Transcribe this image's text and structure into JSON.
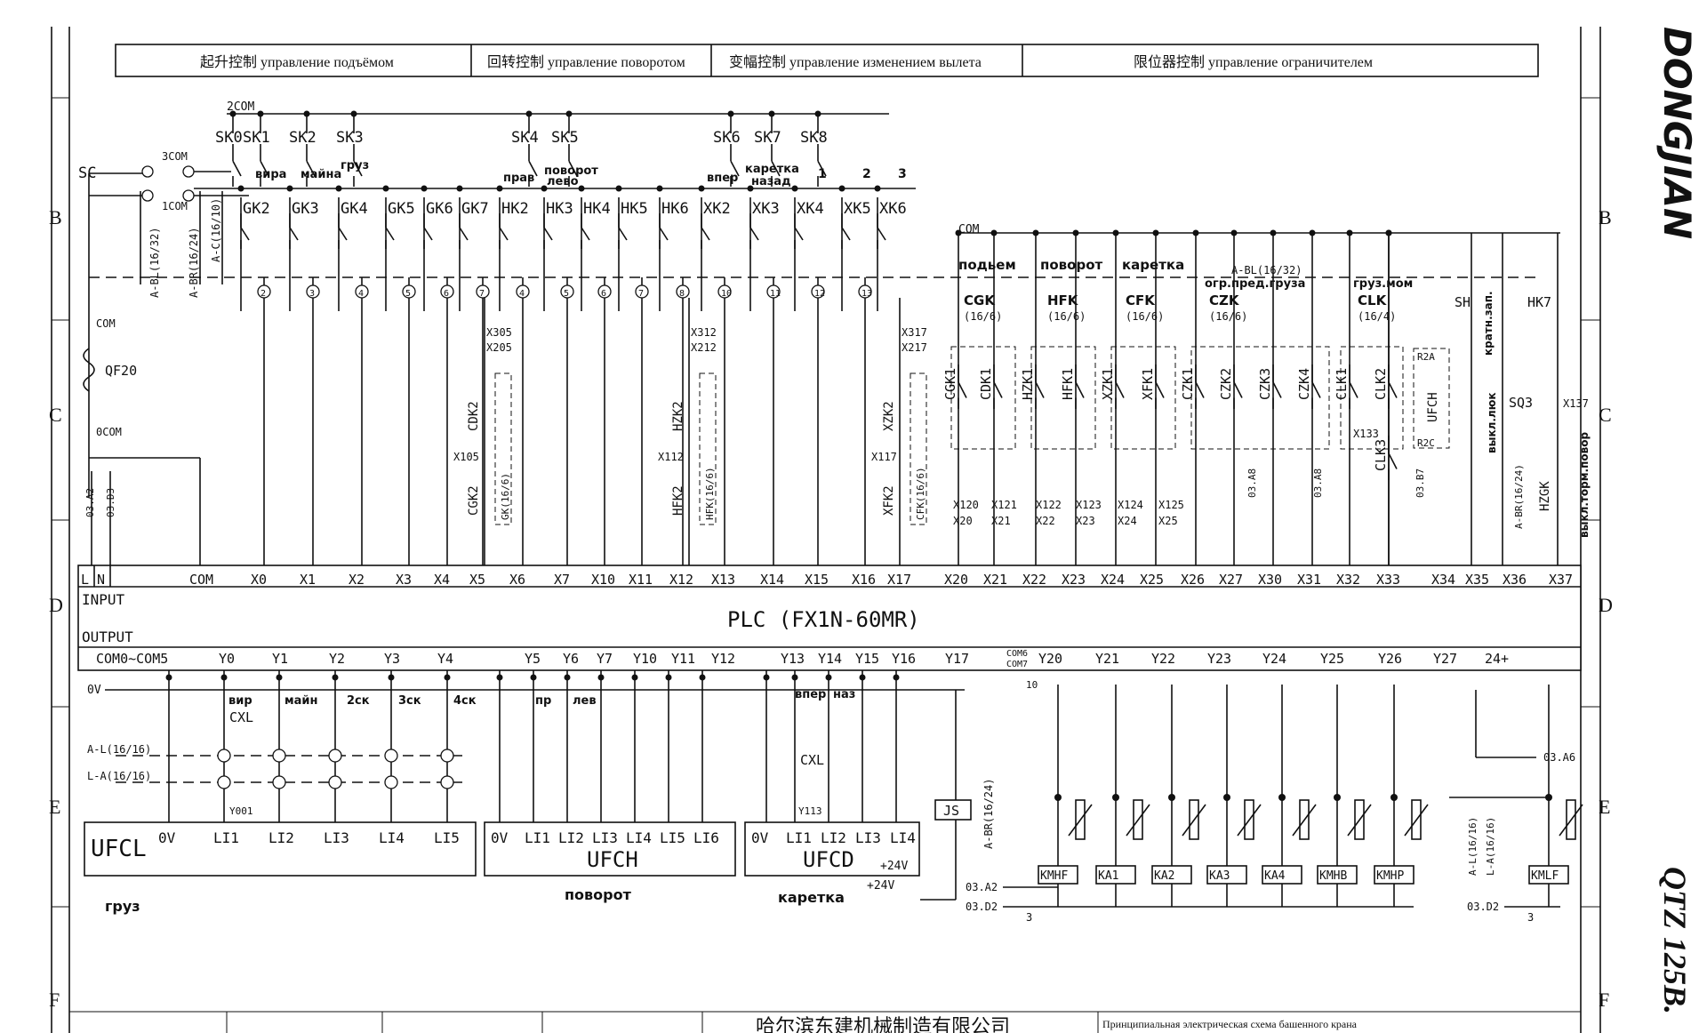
{
  "header": {
    "hoist": "起升控制  управление подъёмом",
    "slew": "回转控制  управление поворотом",
    "trolley": "变幅控制  управление изменением вылета",
    "limiter": "限位器控制   управление ограничителем"
  },
  "side_brand": "DONGJIAN",
  "side_model": "QTZ 125B.",
  "zones_left": [
    "B",
    "C",
    "D",
    "E",
    "F"
  ],
  "bus_labels": {
    "com2": "2COM",
    "com3": "3COM",
    "com1": "1COM",
    "sc": "SC",
    "com": "COM",
    "com_top": "COM",
    "qf": "QF20",
    "ocom": "0COM",
    "ov": "0V"
  },
  "cables_left": [
    "A-BL(16/32)",
    "A-BR(16/24)",
    "A-C(16/10)"
  ],
  "ref_left": [
    "03.A2",
    "03.D3"
  ],
  "sk_row": [
    "SK0",
    "SK1",
    "SK2",
    "SK3",
    "SK4",
    "SK5",
    "SK6",
    "SK7",
    "SK8"
  ],
  "sk_words": {
    "vira": "вира",
    "maina": "майна",
    "gruz": "груз",
    "prav": "прав",
    "povorot": "поворот",
    "levo": "лево",
    "vper": "впер",
    "karetka": "каретка",
    "nazad": "назад",
    "n1": "1",
    "n2": "2",
    "n3": "3"
  },
  "gk_row": [
    "GK2",
    "GK3",
    "GK4",
    "GK5",
    "GK6",
    "GK7",
    "HK2",
    "HK3",
    "HK4",
    "HK5",
    "HK6",
    "XK2",
    "XK3",
    "XK4",
    "XK5",
    "XK6"
  ],
  "term_nums": [
    "2",
    "3",
    "4",
    "5",
    "6",
    "7",
    "4",
    "5",
    "6",
    "7",
    "8",
    "10",
    "11",
    "12",
    "13"
  ],
  "group_labels": {
    "podem": "подьем",
    "povorot": "поворот",
    "karetka": "каретка",
    "ogr": "огр.пред.груза",
    "gruz_mom": "груз.мом"
  },
  "cable_groups": [
    "A-BL(16/32)",
    "CGK",
    "(16/6)",
    "HFK",
    "(16/6)",
    "CFK",
    "(16/6)",
    "CZK",
    "(16/6)",
    "CLK",
    "(16/4)"
  ],
  "relays": [
    "CGK1",
    "CDK1",
    "HZK1",
    "HFK1",
    "XZK1",
    "XFK1",
    "CZK1",
    "CZK2",
    "CZK3",
    "CZK4",
    "CLK1",
    "CLK2",
    "CLK3"
  ],
  "mid_relays": [
    "CDK2",
    "CGK2",
    "GK(16/6)",
    "HZK2",
    "HFK2",
    "HFK(16/6)",
    "XZK2",
    "XFK2",
    "CFK(16/6)"
  ],
  "x_small": [
    "X305",
    "X205",
    "X105",
    "X312",
    "X212",
    "X112",
    "X317",
    "X217",
    "X117",
    "X120",
    "X121",
    "X122",
    "X123",
    "X124",
    "X125",
    "X20",
    "X21",
    "X22",
    "X23",
    "X24",
    "X25",
    "X133",
    "X137"
  ],
  "right_labels": {
    "sh": "SH",
    "hk7": "HK7",
    "krat": "кратн.зап.",
    "vykl_luk": "выкл.люк",
    "sq3": "SQ3",
    "a_br": "A-BR(16/24)",
    "hzgk": "HZGK",
    "vykl_torm": "выкл.торм.повор",
    "ufch": "UFCH",
    "r2a": "R2A",
    "r2c": "R2C",
    "ref_a8a": "03.A8",
    "ref_a8b": "03.A8",
    "ref_b7": "03.B7"
  },
  "plc": {
    "title": "PLC (FX1N-60MR)",
    "input": "INPUT",
    "output": "OUTPUT",
    "left_inputs": [
      "L",
      "N",
      "COM"
    ],
    "inputs": [
      "X0",
      "X1",
      "X2",
      "X3",
      "X4",
      "X5",
      "X6",
      "X7",
      "X10",
      "X11",
      "X12",
      "X13",
      "X14",
      "X15",
      "X16",
      "X17",
      "X20",
      "X21",
      "X22",
      "X23",
      "X24",
      "X25",
      "X26",
      "X27",
      "X30",
      "X31",
      "X32",
      "X33",
      "X34",
      "X35",
      "X36",
      "X37"
    ],
    "outputs": [
      "COM0~COM5",
      "Y0",
      "Y1",
      "Y2",
      "Y3",
      "Y4",
      "Y5",
      "Y6",
      "Y7",
      "Y10",
      "Y11",
      "Y12",
      "Y13",
      "Y14",
      "Y15",
      "Y16",
      "Y17",
      "COM6",
      "COM7",
      "Y20",
      "Y21",
      "Y22",
      "Y23",
      "Y24",
      "Y25",
      "Y26",
      "Y27",
      "24+"
    ]
  },
  "out_words": {
    "vir": "вир",
    "main": "майн",
    "s2": "2ск",
    "s3": "3ск",
    "s4": "4ск",
    "pr": "пр",
    "lev": "лев",
    "vper": "впер",
    "naz": "наз"
  },
  "cxl": [
    "CXL",
    "CXL"
  ],
  "lower_cables": [
    "A-L(16/16)",
    "L-A(16/16)",
    "A-BR(16/24)",
    "A-L(16/16)",
    "L-A(16/16)"
  ],
  "ufcl": {
    "name": "UFCL",
    "terms": [
      "0V",
      "LI1",
      "LI2",
      "LI3",
      "LI4",
      "LI5"
    ],
    "caption": "груз"
  },
  "ufch": {
    "name": "UFCH",
    "terms": [
      "0V",
      "LI1",
      "LI2",
      "LI3",
      "LI4",
      "LI5",
      "LI6"
    ],
    "caption": "поворот"
  },
  "ufcd": {
    "name": "UFCD",
    "terms": [
      "0V",
      "LI1",
      "LI2",
      "LI3",
      "LI4"
    ],
    "caption": "каретка",
    "v24": "+24V",
    "v24b": "+24V"
  },
  "js": "JS",
  "y_extra": [
    "Y001",
    "Y113"
  ],
  "coils": [
    "KMHF",
    "KA1",
    "KA2",
    "KA3",
    "KA4",
    "KMHB",
    "KMHP",
    "KMLF"
  ],
  "refs_bottom": [
    "03.A2",
    "03.D2",
    "03.A6",
    "03.D2",
    "3",
    "3",
    "10"
  ],
  "title_block": {
    "company": "哈尔滨东建机械制造有限公司",
    "doc": "Принципиальная электрическая схема башенного крана"
  }
}
